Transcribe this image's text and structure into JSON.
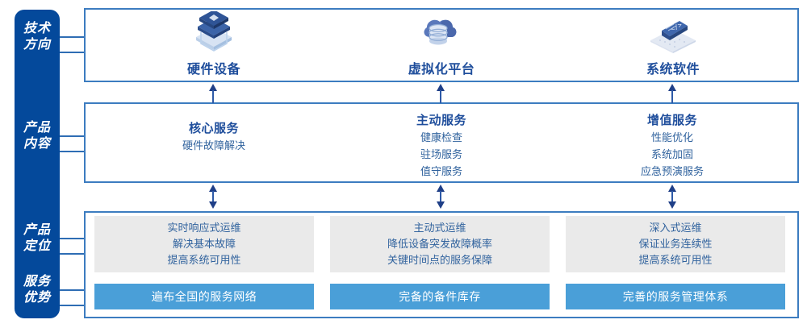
{
  "colors": {
    "rail_blue": "#04499B",
    "box_border": "#3C7CC0",
    "title_blue": "#1F4E9C",
    "text_blue": "#31639E",
    "gray_card": "#EAEAEA",
    "bar_blue": "#4A9FD8",
    "arrow_navy": "#1F3F87"
  },
  "rail": {
    "items": [
      {
        "name": "technology-direction",
        "line1": "技术",
        "line2": "方向"
      },
      {
        "name": "product-content",
        "line1": "产品",
        "line2": "内容"
      },
      {
        "name": "product-positioning",
        "line1": "产品",
        "line2": "定位"
      },
      {
        "name": "service-advantage",
        "line1": "服务",
        "line2": "优势"
      }
    ]
  },
  "technology": {
    "columns": [
      {
        "icon": "server-stack-icon",
        "label": "硬件设备"
      },
      {
        "icon": "cloud-database-icon",
        "label": "虚拟化平台"
      },
      {
        "icon": "code-window-icon",
        "label": "系统软件"
      }
    ]
  },
  "product_content": {
    "columns": [
      {
        "title": "核心服务",
        "items": [
          "硬件故障解决"
        ]
      },
      {
        "title": "主动服务",
        "items": [
          "健康检查",
          "驻场服务",
          "值守服务"
        ]
      },
      {
        "title": "增值服务",
        "items": [
          "性能优化",
          "系统加固",
          "应急预演服务"
        ]
      }
    ]
  },
  "product_positioning": {
    "cards": [
      {
        "lines": [
          "实时响应式运维",
          "解决基本故障",
          "提高系统可用性"
        ]
      },
      {
        "lines": [
          "主动式运维",
          "降低设备突发故障概率",
          "关键时间点的服务保障"
        ]
      },
      {
        "lines": [
          "深入式运维",
          "保证业务连续性",
          "提高系统可用性"
        ]
      }
    ]
  },
  "service_advantage": {
    "bars": [
      {
        "label": "遍布全国的服务网络"
      },
      {
        "label": "完备的备件库存"
      },
      {
        "label": "完善的服务管理体系"
      }
    ]
  },
  "arrows": {
    "up": "arrow-up",
    "double": "arrow-up-down",
    "down": "arrow-down"
  }
}
